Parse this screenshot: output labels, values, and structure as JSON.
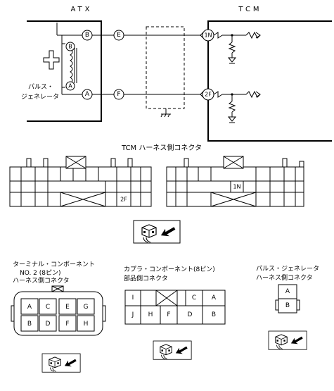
{
  "top": {
    "atx_label": "ATX",
    "tcm_label": "TCM",
    "sensor_label_line1": "パルス・",
    "sensor_label_line2": "ジェネレータ",
    "pins": {
      "atx_b": "B",
      "atx_a": "A",
      "coil_b": "B",
      "coil_a": "A",
      "mid_e": "E",
      "mid_f": "F",
      "tcm_1n": "1N",
      "tcm_2f": "2F"
    }
  },
  "tcm_connector": {
    "title": "TCM ハーネス側コネクタ",
    "left_pin": "2F",
    "right_pin": "1N"
  },
  "terminal_connector": {
    "title_line1": "ターミナル・コンポーネント",
    "title_line2": "NO. 2 (8ピン)",
    "title_line3": "ハーネス側コネクタ",
    "row1": [
      "A",
      "C",
      "E",
      "G"
    ],
    "row2": [
      "B",
      "D",
      "F",
      "H"
    ]
  },
  "coupler_connector": {
    "title_line1": "カプラ・コンポーネント(8ピン)",
    "title_line2": "部品側コネクタ",
    "row1": [
      "I",
      "",
      "C",
      "A"
    ],
    "row2": [
      "J",
      "H",
      "F",
      "D",
      "B"
    ]
  },
  "pulse_connector": {
    "title_line1": "パルス・ジェネレータ",
    "title_line2": "ハーネス側コネクタ",
    "pins": [
      "A",
      "B"
    ]
  },
  "icons": [
    "connector-view-icon"
  ]
}
